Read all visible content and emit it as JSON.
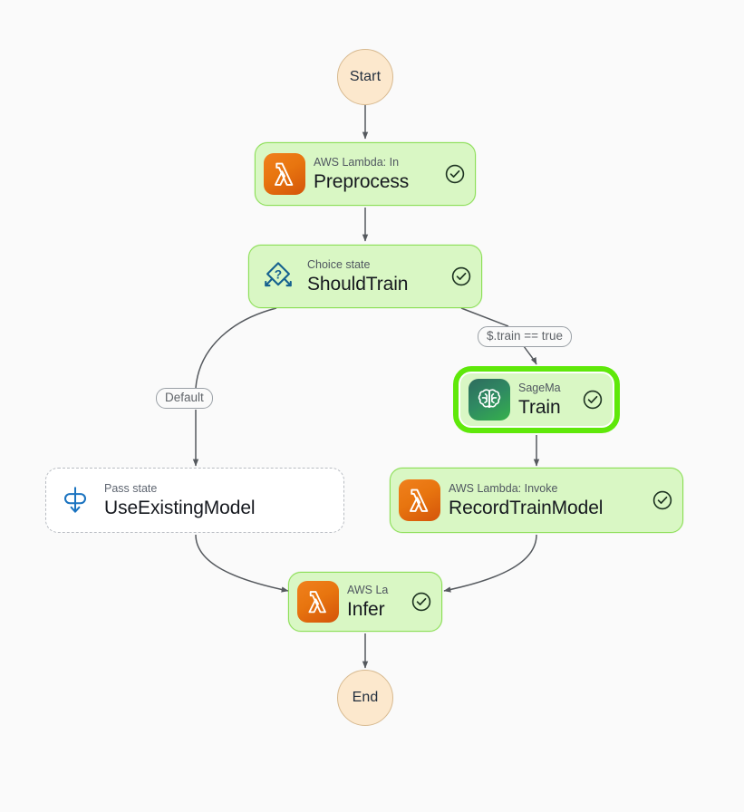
{
  "diagram": {
    "title": "AWS Step Functions state machine graph",
    "background_color": "#fafafa",
    "edge_color": "#55595e",
    "selected_node": "Train",
    "selection_color": "#5fe80a"
  },
  "terminals": {
    "start": {
      "label": "Start",
      "fill": "#fce8cd",
      "stroke": "#d7b98f"
    },
    "end": {
      "label": "End",
      "fill": "#fce8cd",
      "stroke": "#d7b98f"
    }
  },
  "nodes": [
    {
      "id": "preprocess",
      "type": "AWS Lambda: Invoke",
      "subtitle": "AWS Lambda: In",
      "title": "Preprocess",
      "icon": "lambda-icon",
      "status": "check-circle-icon",
      "selected": false,
      "style": "task"
    },
    {
      "id": "shouldtrain",
      "type": "Choice",
      "subtitle": "Choice state",
      "title": "ShouldTrain",
      "icon": "choice-icon",
      "status": "check-circle-icon",
      "selected": false,
      "style": "task"
    },
    {
      "id": "train",
      "type": "SageMaker",
      "subtitle": "SageMa",
      "title": "Train",
      "icon": "sagemaker-brain-icon",
      "status": "check-circle-icon",
      "selected": true,
      "style": "task"
    },
    {
      "id": "useexistingmodel",
      "type": "Pass",
      "subtitle": "Pass state",
      "title": "UseExistingModel",
      "icon": "pass-state-icon",
      "status": null,
      "selected": false,
      "style": "pass-state"
    },
    {
      "id": "recordtrainmodel",
      "type": "AWS Lambda: Invoke",
      "subtitle": "AWS Lambda: Invoke",
      "title": "RecordTrainModel",
      "icon": "lambda-icon",
      "status": "check-circle-icon",
      "selected": false,
      "style": "task"
    },
    {
      "id": "infer",
      "type": "AWS Lambda: Invoke",
      "subtitle": "AWS La",
      "title": "Infer",
      "icon": "lambda-icon",
      "status": "check-circle-icon",
      "selected": false,
      "style": "task"
    }
  ],
  "edge_labels": {
    "default": "Default",
    "train_condition": "$.train == true"
  },
  "edges": [
    {
      "from": "start",
      "to": "preprocess",
      "label": null
    },
    {
      "from": "preprocess",
      "to": "shouldtrain",
      "label": null
    },
    {
      "from": "shouldtrain",
      "to": "useexistingmodel",
      "label": "Default"
    },
    {
      "from": "shouldtrain",
      "to": "train",
      "label": "$.train == true"
    },
    {
      "from": "train",
      "to": "recordtrainmodel",
      "label": null
    },
    {
      "from": "useexistingmodel",
      "to": "infer",
      "label": null
    },
    {
      "from": "recordtrainmodel",
      "to": "infer",
      "label": null
    },
    {
      "from": "infer",
      "to": "end",
      "label": null
    }
  ]
}
